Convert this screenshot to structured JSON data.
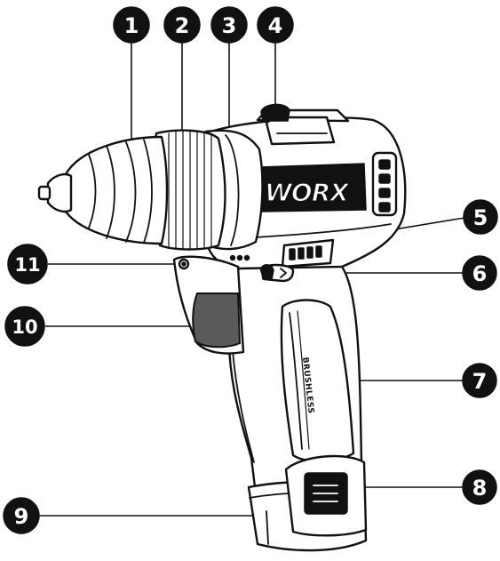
{
  "brand": "WORX",
  "grip_label": "BRUSHLESS",
  "callouts": [
    {
      "number": "1"
    },
    {
      "number": "2"
    },
    {
      "number": "3"
    },
    {
      "number": "4"
    },
    {
      "number": "5"
    },
    {
      "number": "6"
    },
    {
      "number": "7"
    },
    {
      "number": "8"
    },
    {
      "number": "9"
    },
    {
      "number": "10"
    },
    {
      "number": "11"
    }
  ]
}
